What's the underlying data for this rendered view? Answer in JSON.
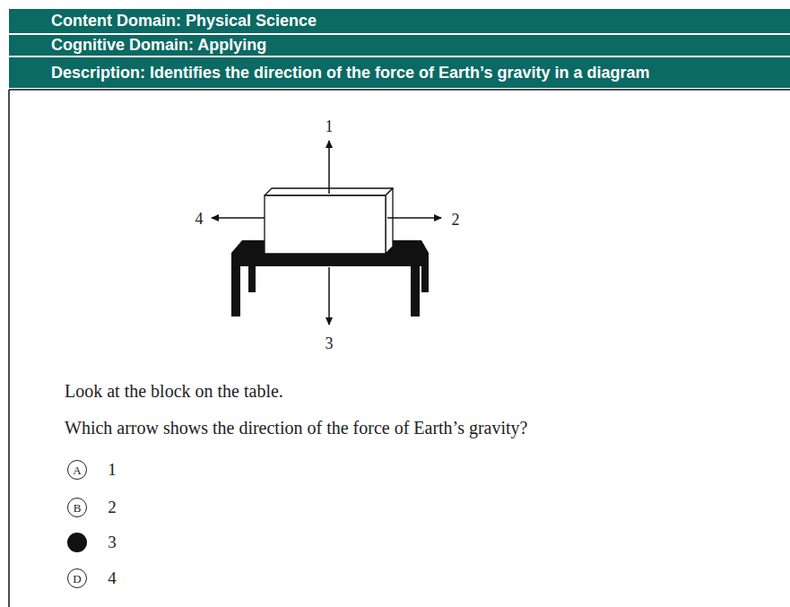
{
  "diagram": {
    "nodes": [
      {
        "text": [
          "Content Domain: Physical Science"
        ]
      },
      {
        "text": [
          "Cognitive Domain: Applying"
        ]
      },
      {
        "text": [
          "Description: Identifies the direction of the force of Earth’s gravity in a diagram"
        ]
      },
      {
        "text": [
          "A"
        ]
      },
      {
        "text": [
          "B"
        ]
      },
      {
        "text": [
          "D"
        ]
      }
    ],
    "labels": [
      "1",
      "4",
      "2",
      "3",
      "Look at the block on the table.",
      "Which arrow shows the direction of the force of Earth’s gravity?",
      "1",
      "2",
      "3",
      "4"
    ]
  }
}
